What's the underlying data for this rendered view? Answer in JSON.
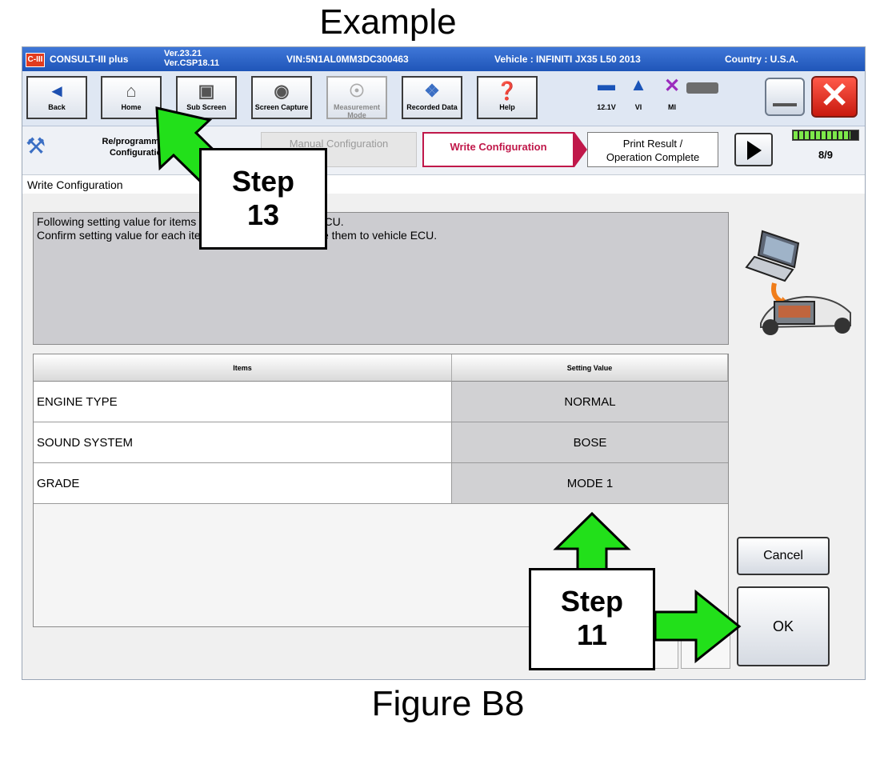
{
  "captions": {
    "example": "Example",
    "figure": "Figure B8"
  },
  "titlebar": {
    "app_name": "CONSULT-III plus",
    "logo": "C-III",
    "version_1": "Ver.23.21",
    "version_2": "Ver.CSP18.11",
    "vin": "VIN:5N1AL0MM3DC300463",
    "vehicle": "Vehicle : INFINITI JX35 L50 2013",
    "country": "Country : U.S.A."
  },
  "toolbar": {
    "back": "Back",
    "home": "Home",
    "sub_screen": "Sub Screen",
    "screen_capture": "Screen Capture",
    "measurement_mode": "Measurement Mode",
    "recorded_data": "Recorded Data",
    "help": "Help",
    "battery": "12.1V",
    "vi": "VI",
    "mi": "MI"
  },
  "steps": {
    "reprogramming": "Re/programming, Configuration",
    "manual": "Manual Configuration",
    "write": "Write Configuration",
    "print_line1": "Print Result /",
    "print_line2": "Operation Complete",
    "progress": "8/9",
    "progress_fraction": 0.889
  },
  "page_title": "Write Configuration",
  "message": {
    "line1": "Following setting value for items will be saved to vehicle ECU.",
    "line2": "Confirm setting value for each item and touch \"OK\" to save them to vehicle ECU."
  },
  "table": {
    "headers": [
      "Items",
      "Setting Value"
    ],
    "rows": [
      {
        "item": "ENGINE TYPE",
        "value": "NORMAL"
      },
      {
        "item": "SOUND SYSTEM",
        "value": "BOSE"
      },
      {
        "item": "GRADE",
        "value": "MODE 1"
      }
    ]
  },
  "buttons": {
    "cancel": "Cancel",
    "ok": "OK"
  },
  "callouts": {
    "step13_line1": "Step",
    "step13_line2": "13",
    "step11_line1": "Step",
    "step11_line2": "11"
  },
  "colors": {
    "arrow_green": "#22e01a",
    "accent_red": "#c0184a",
    "titlebar_blue": "#2b62c6"
  },
  "icons": [
    "back-arrow-icon",
    "home-icon",
    "sub-screen-icon",
    "camera-icon",
    "measurement-icon",
    "recorded-data-icon",
    "help-icon",
    "car-icon",
    "signal-icon",
    "mi-x-icon",
    "battery-icon",
    "minimize-icon",
    "close-icon",
    "configuration-wrench-icon",
    "next-arrow-icon"
  ]
}
